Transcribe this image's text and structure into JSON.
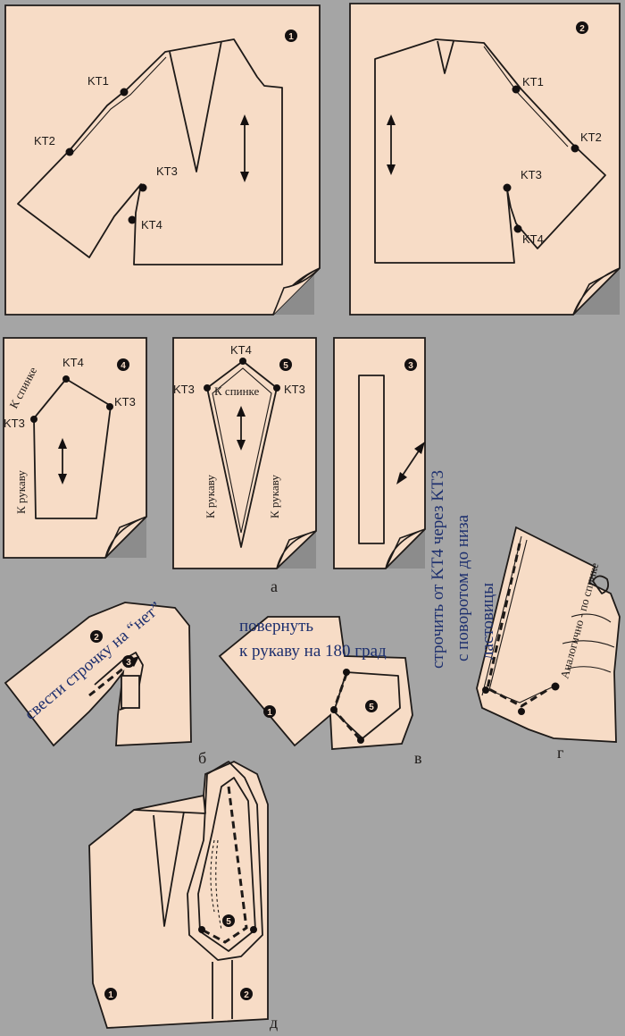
{
  "pieces": {
    "p1": "1",
    "p2": "2",
    "p3": "3",
    "p4": "4",
    "p5": "5"
  },
  "control_points": {
    "kt1": "KT1",
    "kt2": "KT2",
    "kt3": "KT3",
    "kt4": "KT4"
  },
  "labels": {
    "to_back": "К спинке",
    "to_sleeve": "К рукаву"
  },
  "stage_letters": {
    "a": "а",
    "b": "б",
    "v": "в",
    "g": "г",
    "d": "д"
  },
  "notes": {
    "b_stitch": "свести строчку на “нет”",
    "v_turn_line1": "повернуть",
    "v_turn_line2": "к рукаву на 180 град",
    "g_stitch_line1": "строчить от KT4 через KT3",
    "g_stitch_line2": "с поворотом до низа",
    "g_stitch_line3": "ластовицы",
    "g_similar": "Аналогично - по спинке"
  },
  "colors": {
    "background": "#a5a5a5",
    "paper": "#f7dcc6",
    "ink": "#1e1a18",
    "note_blue": "#1d2f6e"
  }
}
